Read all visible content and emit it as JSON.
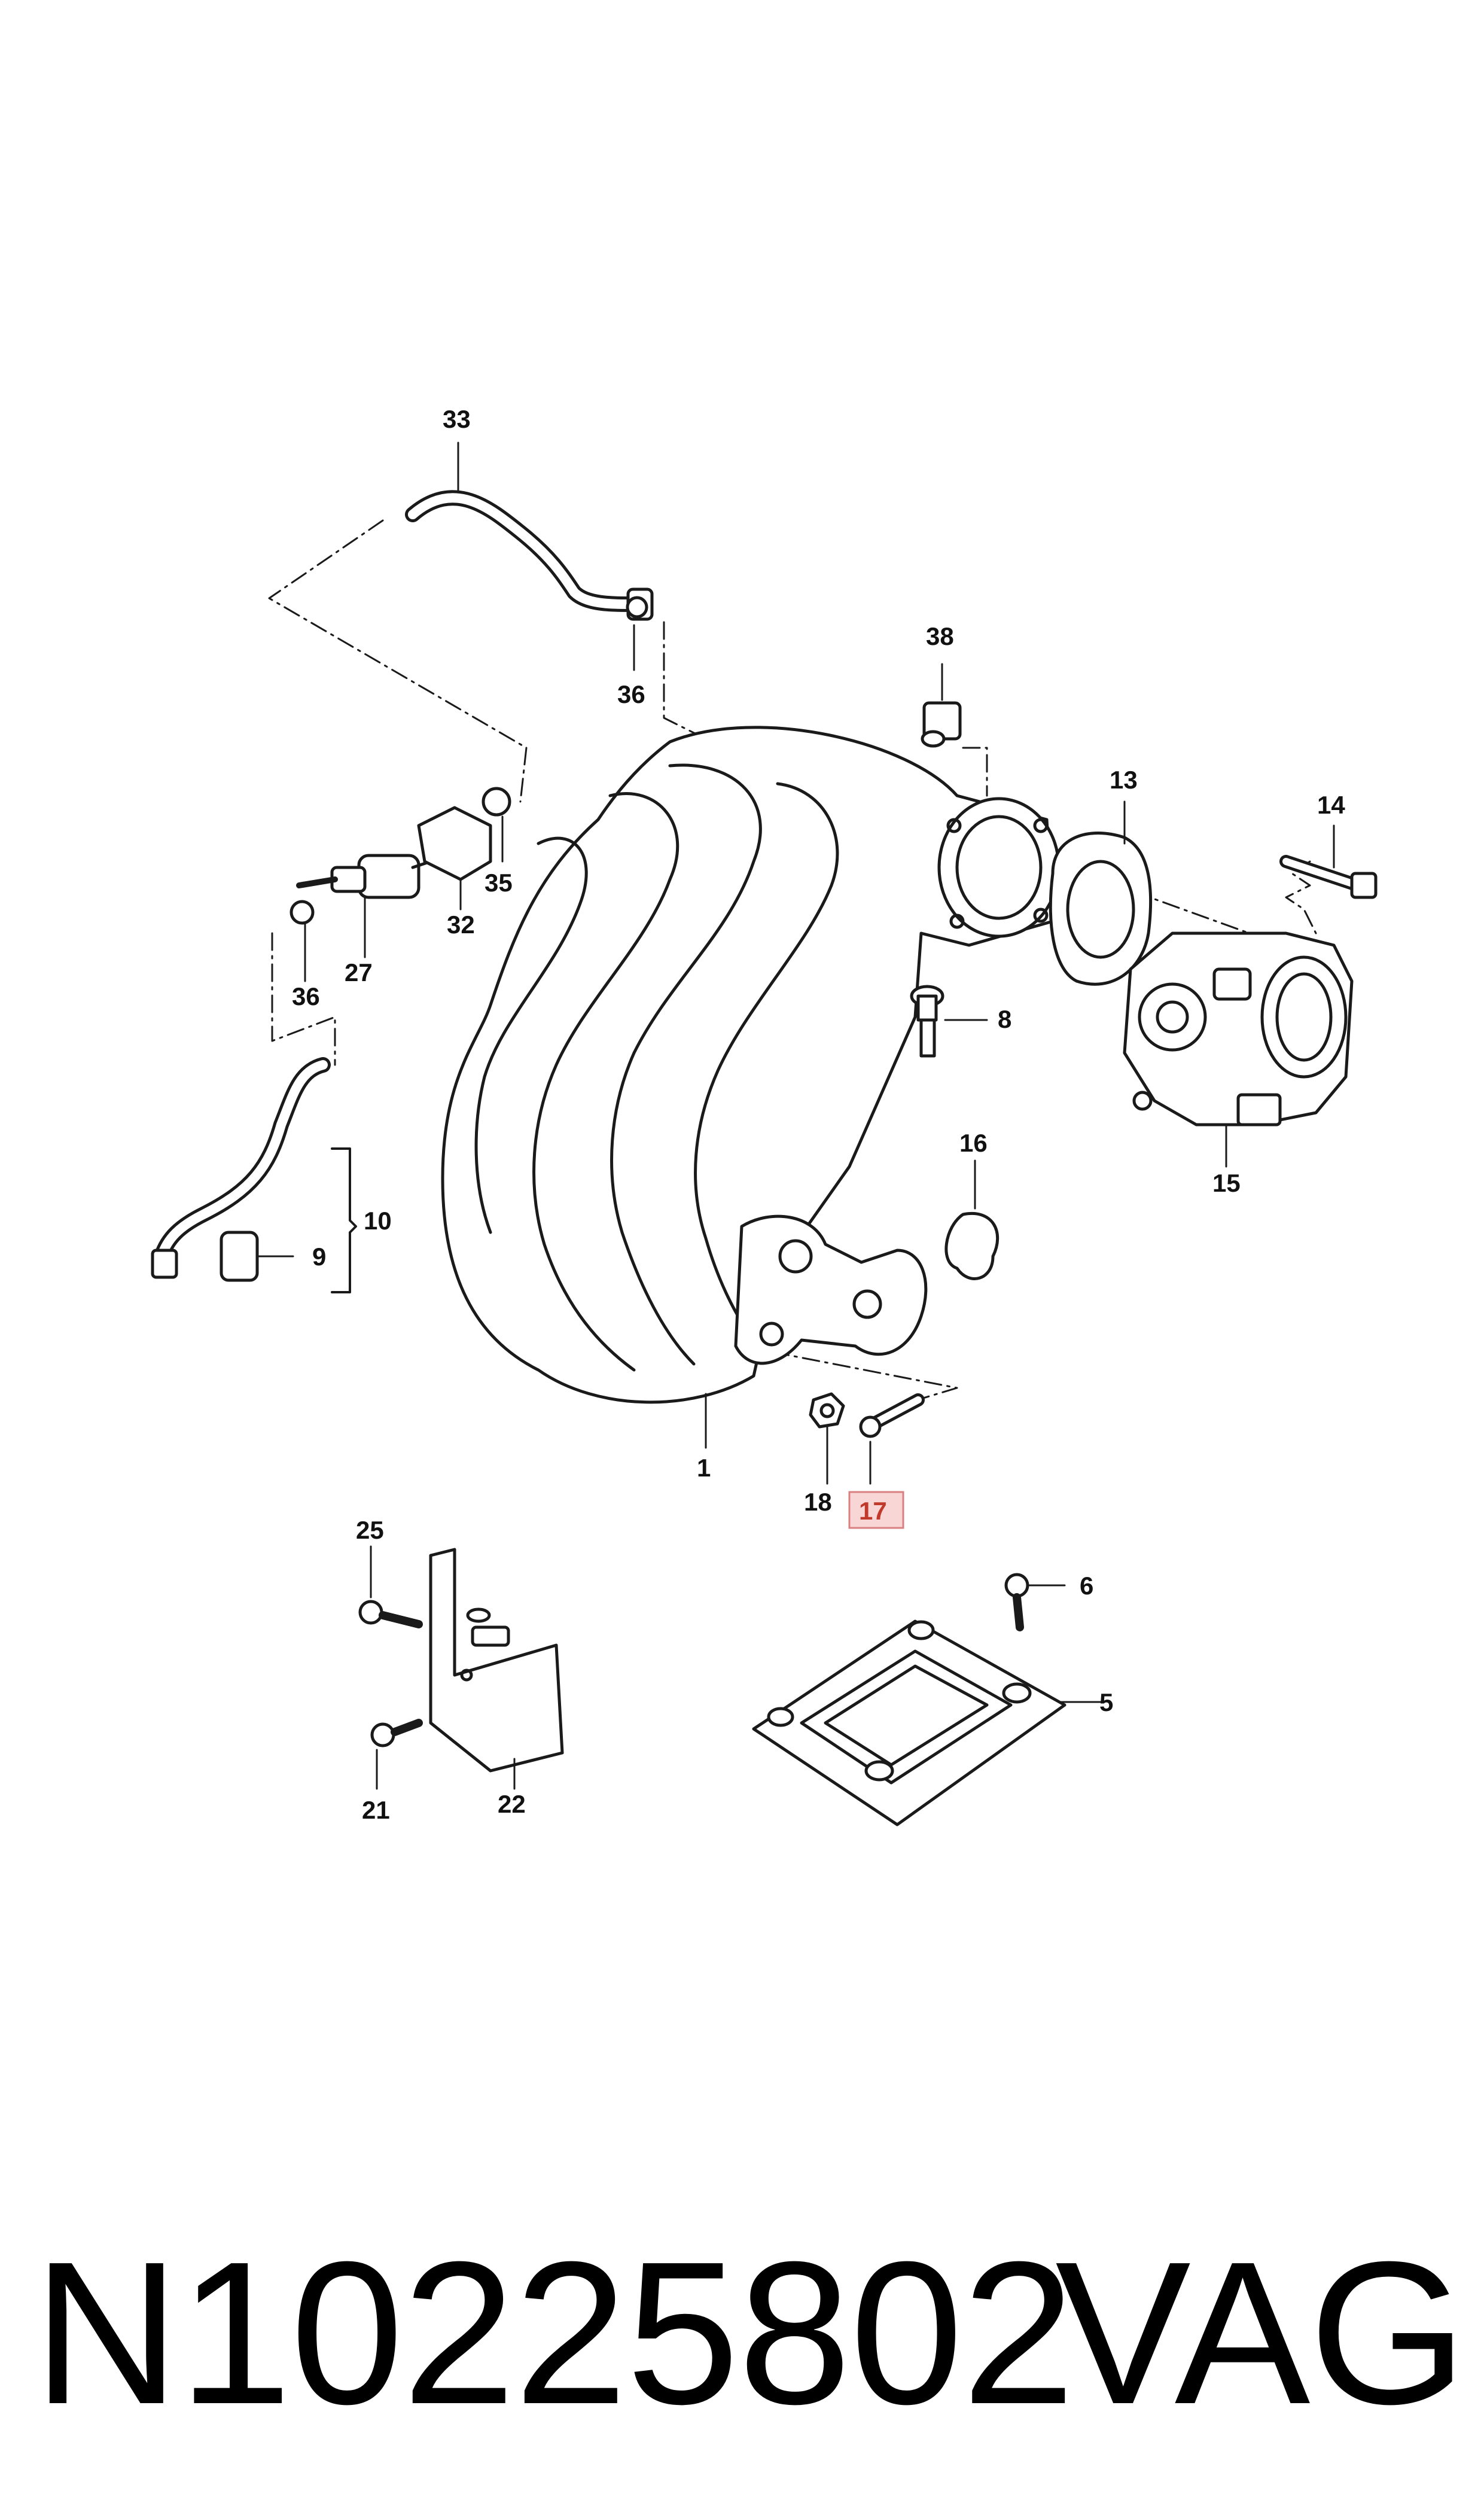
{
  "diagram": {
    "callouts": [
      {
        "id": "c33",
        "label": "33"
      },
      {
        "id": "c36a",
        "label": "36"
      },
      {
        "id": "c38",
        "label": "38"
      },
      {
        "id": "c13",
        "label": "13"
      },
      {
        "id": "c14",
        "label": "14"
      },
      {
        "id": "c35",
        "label": "35"
      },
      {
        "id": "c32",
        "label": "32"
      },
      {
        "id": "c27",
        "label": "27"
      },
      {
        "id": "c36b",
        "label": "36"
      },
      {
        "id": "c8",
        "label": "8"
      },
      {
        "id": "c15",
        "label": "15"
      },
      {
        "id": "c16",
        "label": "16"
      },
      {
        "id": "c10",
        "label": "10"
      },
      {
        "id": "c9",
        "label": "9"
      },
      {
        "id": "c1",
        "label": "1"
      },
      {
        "id": "c18",
        "label": "18"
      },
      {
        "id": "c17",
        "label": "17",
        "highlighted": true
      },
      {
        "id": "c25",
        "label": "25"
      },
      {
        "id": "c6",
        "label": "6"
      },
      {
        "id": "c5",
        "label": "5"
      },
      {
        "id": "c21",
        "label": "21"
      },
      {
        "id": "c22",
        "label": "22"
      }
    ],
    "highlight_color": "#f9d6d6",
    "highlight_border": "#d98080"
  },
  "footer": {
    "part_number": "N10225802",
    "brand": "VAG"
  }
}
